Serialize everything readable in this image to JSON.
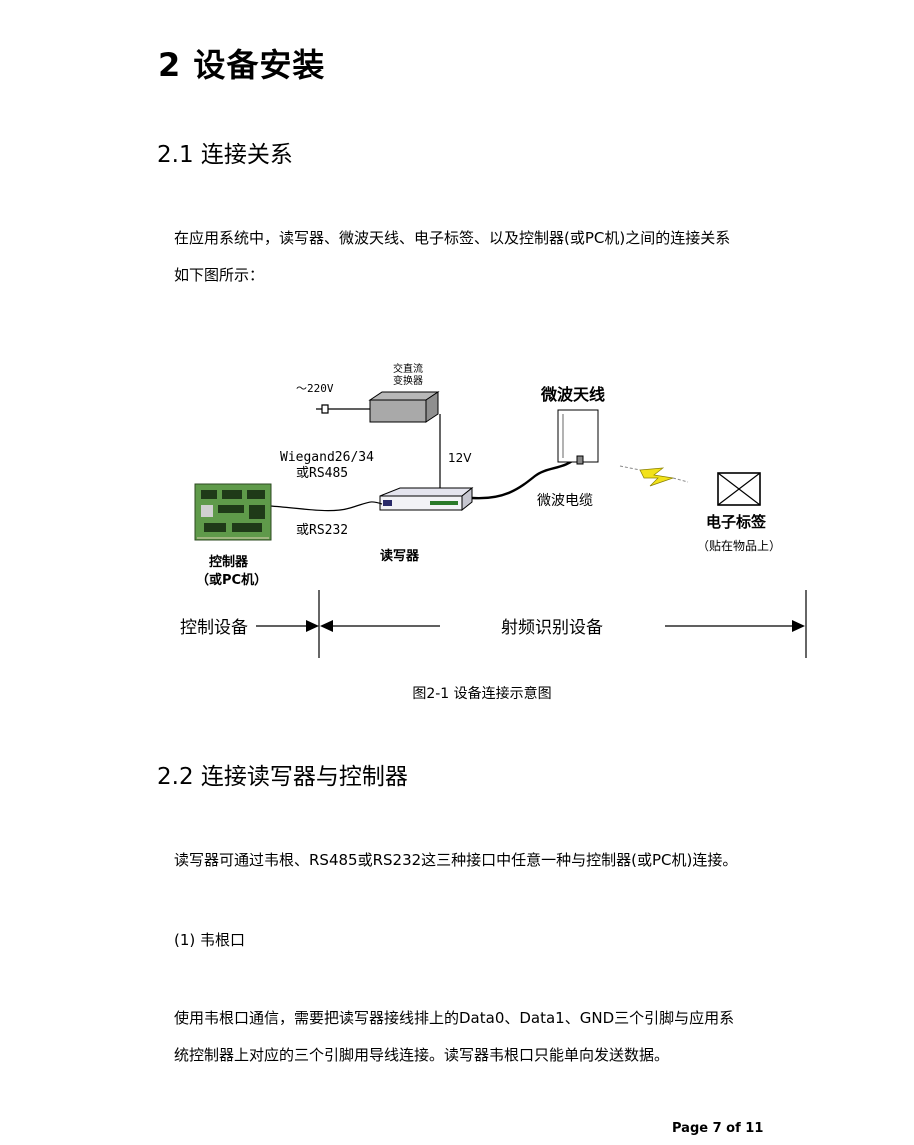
{
  "doc": {
    "heading1": "2 设备安装",
    "section1": {
      "heading": "2.1 连接关系",
      "para_line1": "在应用系统中，读写器、微波天线、电子标签、以及控制器(或PC机)之间的连接关系",
      "para_line2": "如下图所示："
    },
    "figure": {
      "power_converter_line1": "交直流",
      "power_converter_line2": "变换器",
      "ac_label": "～220V",
      "voltage_label": "12V",
      "antenna_label": "微波天线",
      "cable_label": "微波电缆",
      "interface_line1": "Wiegand26/34",
      "interface_line2": "或RS485",
      "interface_line3": "或RS232",
      "controller_line1": "控制器",
      "controller_line2": "（或PC机）",
      "reader_label": "读写器",
      "tag_line1": "电子标签",
      "tag_line2": "（贴在物品上）",
      "range_control": "控制设备",
      "range_rfid": "射频识别设备",
      "caption": "图2-1  设备连接示意图"
    },
    "section2": {
      "heading": "2.2 连接读写器与控制器",
      "para": "读写器可通过韦根、RS485或RS232这三种接口中任意一种与控制器(或PC机)连接。",
      "sub_heading": "(1)  韦根口",
      "para2_line1": "使用韦根口通信，需要把读写器接线排上的Data0、Data1、GND三个引脚与应用系",
      "para2_line2": "统控制器上对应的三个引脚用导线连接。读写器韦根口只能单向发送数据。"
    },
    "footer": "Page 7 of 11"
  }
}
